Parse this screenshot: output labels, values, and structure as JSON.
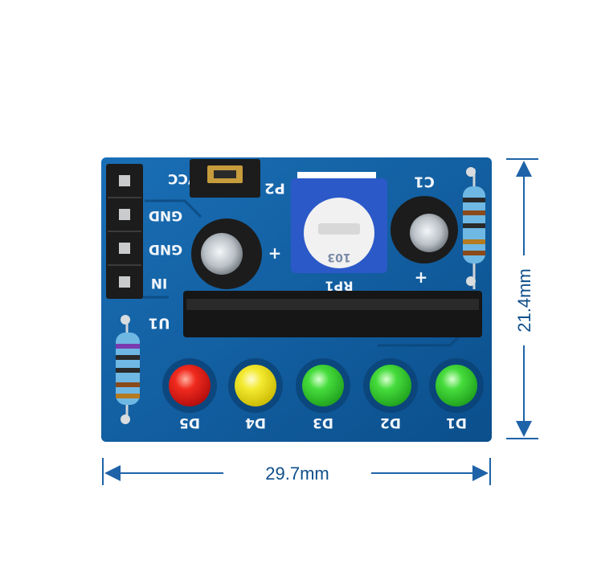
{
  "board": {
    "pcb_color": "#0e5fa2",
    "pins": [
      "VCC",
      "GND",
      "GND",
      "IN"
    ],
    "jumper_label": "P2",
    "capacitor_label": "C1",
    "potentiometer_label": "RP1",
    "potentiometer_value": "103",
    "ic_label": "U1",
    "plus_sign": "+",
    "leds": [
      {
        "label": "D5",
        "color": "#e01818"
      },
      {
        "label": "D4",
        "color": "#f0e020"
      },
      {
        "label": "D3",
        "color": "#3fd23a"
      },
      {
        "label": "D2",
        "color": "#3fd23a"
      },
      {
        "label": "D1",
        "color": "#3fd23a"
      }
    ]
  },
  "dimensions": {
    "width": "29.7mm",
    "height": "21.4mm",
    "line_color": "#1e63a8"
  }
}
